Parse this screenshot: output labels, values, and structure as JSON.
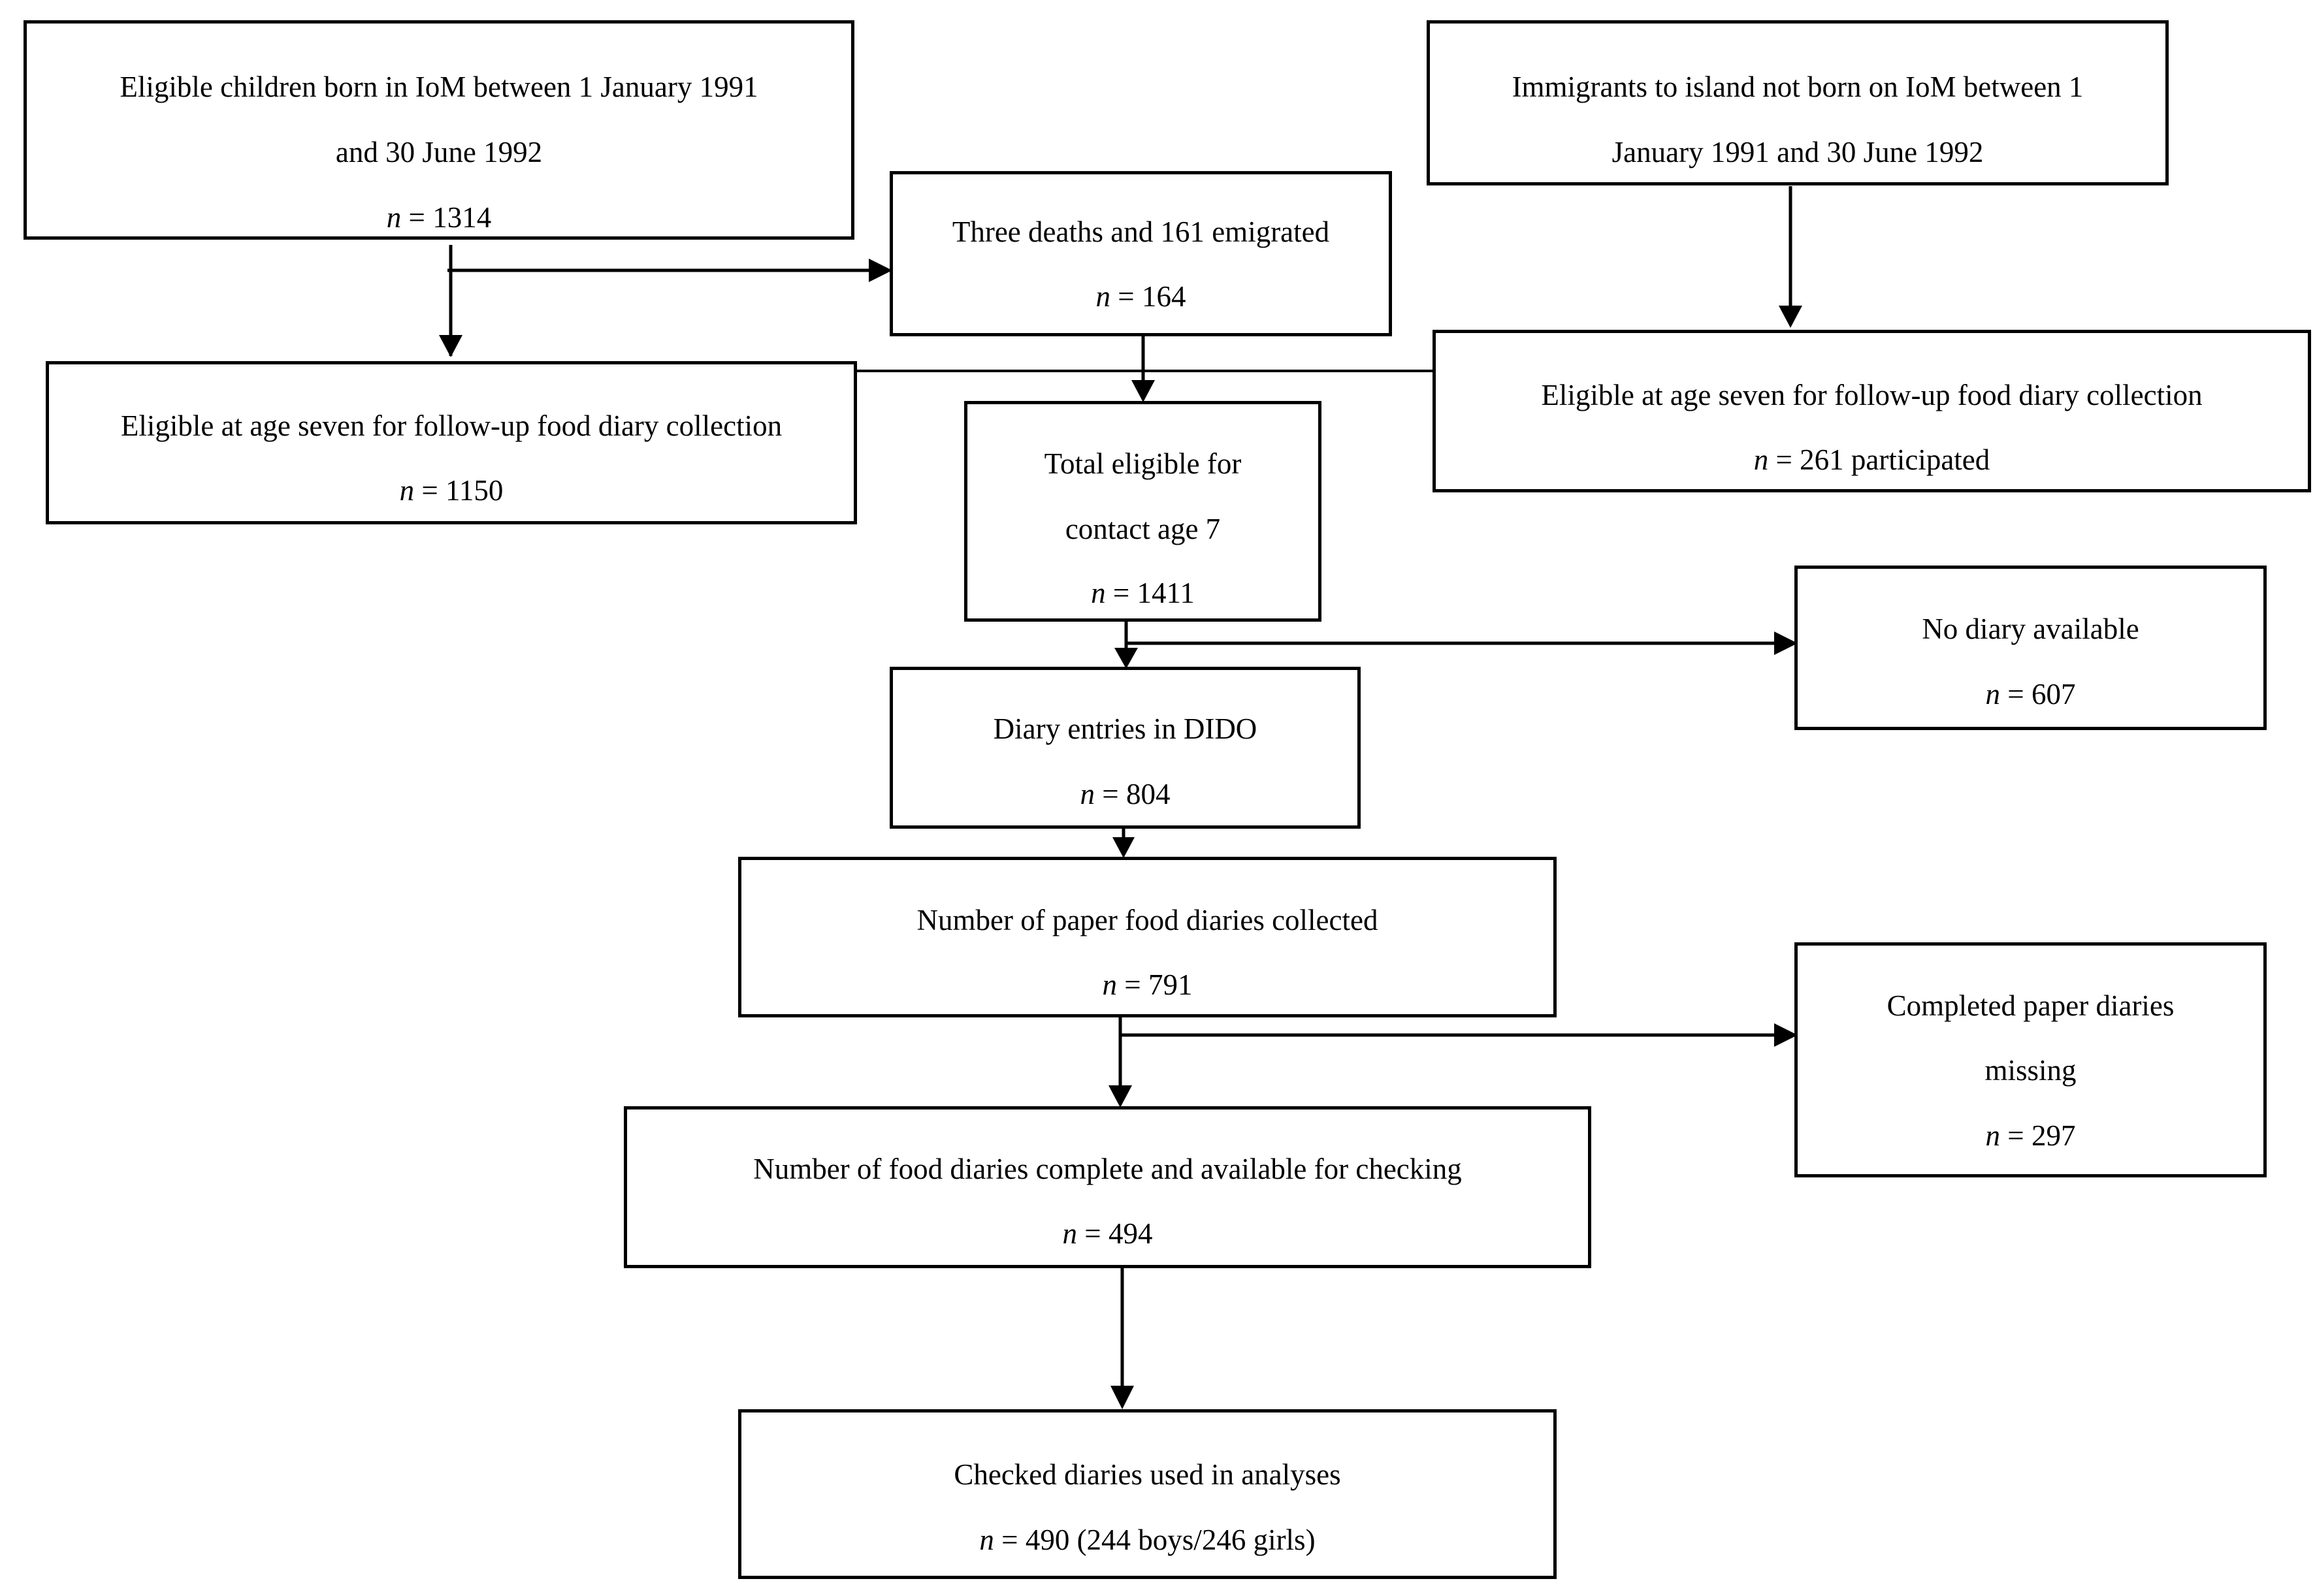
{
  "boxes": {
    "born": {
      "lines": [
        "Eligible children born in IoM between 1 January 1991",
        "and 30 June 1992"
      ],
      "n": "1314"
    },
    "immigrants": {
      "lines": [
        "Immigrants to island not born on IoM between 1",
        "January 1991 and 30 June 1992"
      ]
    },
    "deaths": {
      "lines": [
        "Three deaths and 161 emigrated"
      ],
      "n": "164"
    },
    "eligible_left": {
      "lines": [
        "Eligible at age seven for follow-up food diary collection"
      ],
      "n": "1150"
    },
    "eligible_right": {
      "lines": [
        "Eligible at age seven for follow-up food diary collection"
      ],
      "n": "261 participated"
    },
    "total": {
      "lines": [
        "Total eligible for",
        "contact age 7"
      ],
      "n": "1411"
    },
    "no_diary": {
      "lines": [
        "No diary available"
      ],
      "n": "607"
    },
    "dido": {
      "lines": [
        "Diary entries in DIDO"
      ],
      "n": "804"
    },
    "paper": {
      "lines": [
        "Number of paper food diaries collected"
      ],
      "n": "791"
    },
    "missing": {
      "lines": [
        "Completed paper diaries",
        "missing"
      ],
      "n": "297"
    },
    "complete": {
      "lines": [
        "Number of food diaries complete and available for checking"
      ],
      "n": "494"
    },
    "checked": {
      "lines": [
        "Checked diaries used in analyses"
      ],
      "n": "490 (244 boys/246 girls)"
    }
  },
  "n_symbol": "n",
  "n_equals": " = "
}
